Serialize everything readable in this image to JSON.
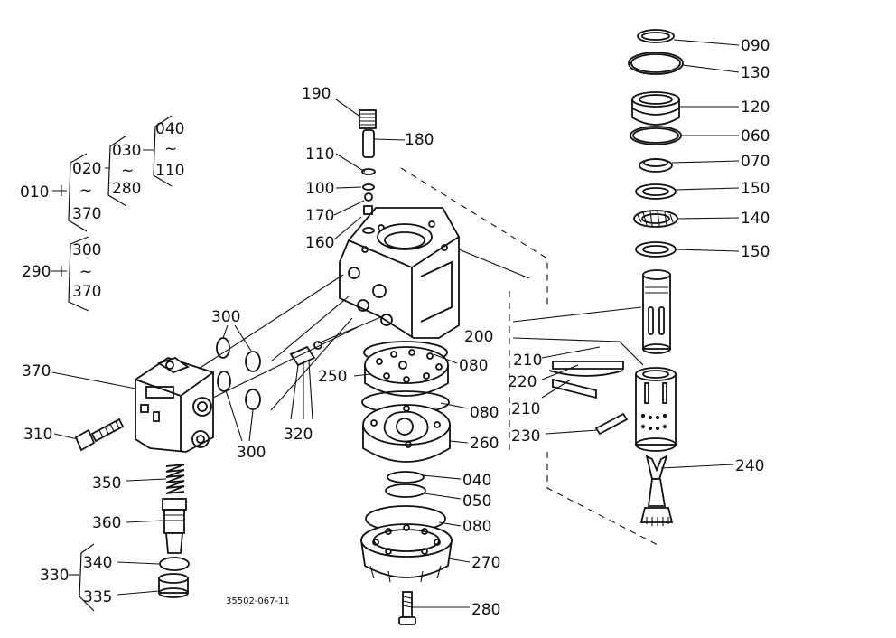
{
  "diagram": {
    "drawing_number": "35502-067-11",
    "labels": {
      "p090": "090",
      "p130": "130",
      "p120": "120",
      "p060": "060",
      "p070": "070",
      "p150a": "150",
      "p140": "140",
      "p150b": "150",
      "p190": "190",
      "p180": "180",
      "p110": "110",
      "p100": "100",
      "p170": "170",
      "p160": "160",
      "p010": "010",
      "p020": "020",
      "p030": "030",
      "p040top": "040",
      "p110tree": "110",
      "p280tree": "280",
      "p370tree": "370",
      "p290": "290",
      "p300tree": "300",
      "p370tree2": "370",
      "tilde1": "~",
      "tilde2": "~",
      "tilde3": "~",
      "tilde4": "~",
      "p300a": "300",
      "p300b": "300",
      "p370": "370",
      "p310": "310",
      "p320": "320",
      "p250": "250",
      "p080a": "080",
      "p080b": "080",
      "p200": "200",
      "p210a": "210",
      "p220": "220",
      "p210b": "210",
      "p230": "230",
      "p260": "260",
      "p040": "040",
      "p050": "050",
      "p080c": "080",
      "p240": "240",
      "p270": "270",
      "p280": "280",
      "p350": "350",
      "p360": "360",
      "p330": "330",
      "p340": "340",
      "p335": "335"
    }
  }
}
